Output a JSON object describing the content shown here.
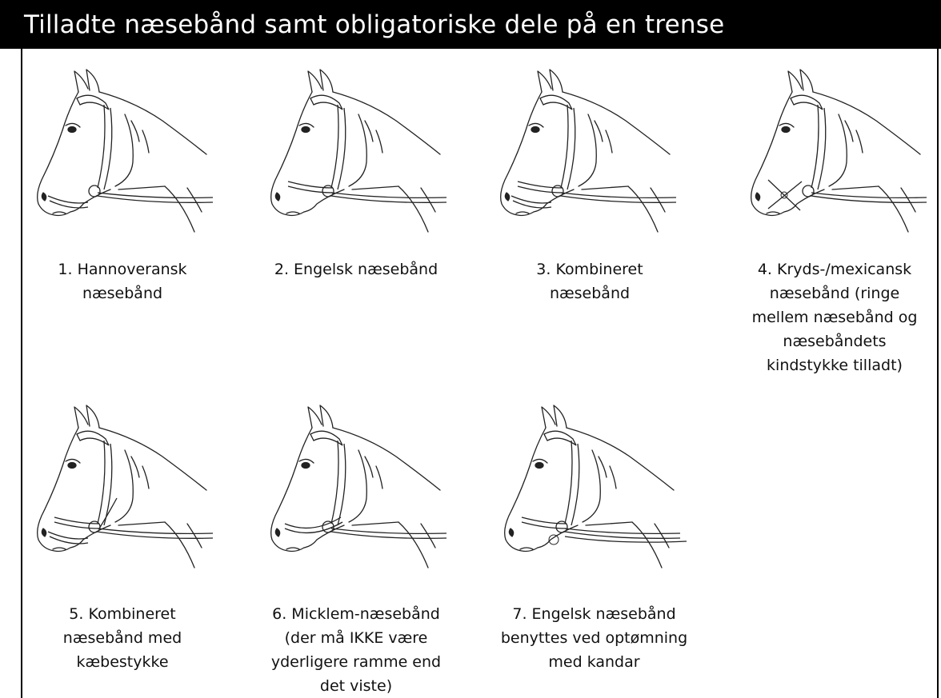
{
  "title": "Tilladte næsebånd samt obligatoriske dele på en trense",
  "items": [
    {
      "icon": "horse-head-hanoverian-noseband-icon",
      "lines": [
        "1. Hannoveransk",
        "næsebånd"
      ]
    },
    {
      "icon": "horse-head-english-noseband-icon",
      "lines": [
        "2. Engelsk næsebånd"
      ]
    },
    {
      "icon": "horse-head-combined-noseband-icon",
      "lines": [
        "3. Kombineret",
        "næsebånd"
      ]
    },
    {
      "icon": "horse-head-cross-mexican-noseband-icon",
      "lines": [
        "4. Kryds-/mexicansk",
        "næsebånd (ringe",
        "mellem næsebånd og",
        "næsebåndets",
        "kindstykke tilladt)"
      ]
    },
    {
      "icon": "horse-head-combined-with-cheekpiece-icon",
      "lines": [
        "5. Kombineret",
        "næsebånd med",
        "kæbestykke"
      ]
    },
    {
      "icon": "horse-head-micklem-noseband-icon",
      "lines": [
        "6. Micklem-næsebånd",
        "(der må IKKE være",
        "yderligere ramme end",
        "det viste)"
      ]
    },
    {
      "icon": "horse-head-double-bridle-icon",
      "lines": [
        "7. Engelsk næsebånd",
        "benyttes ved optømning",
        "med kandar"
      ]
    }
  ]
}
